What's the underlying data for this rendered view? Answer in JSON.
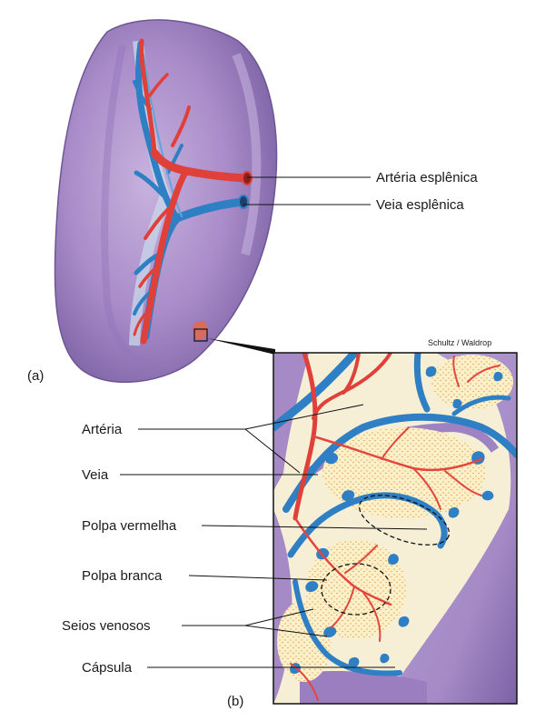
{
  "labels": {
    "arteria_esplenica": "Artéria esplênica",
    "veia_esplenica": "Veia esplênica",
    "panel_a": "(a)",
    "panel_b": "(b)",
    "arteria": "Artéria",
    "veia": "Veia",
    "polpa_vermelha": "Polpa vermelha",
    "polpa_branca": "Polpa branca",
    "seios_venosos": "Seios venosos",
    "capsula": "Cápsula",
    "credit": "Schultz / Waldrop"
  },
  "colors": {
    "spleen": "#a98cc9",
    "spleen_dark": "#8a6fb0",
    "artery": "#e0403a",
    "vein": "#2f7fc4",
    "white_pulp": "#fbf0c8"
  }
}
